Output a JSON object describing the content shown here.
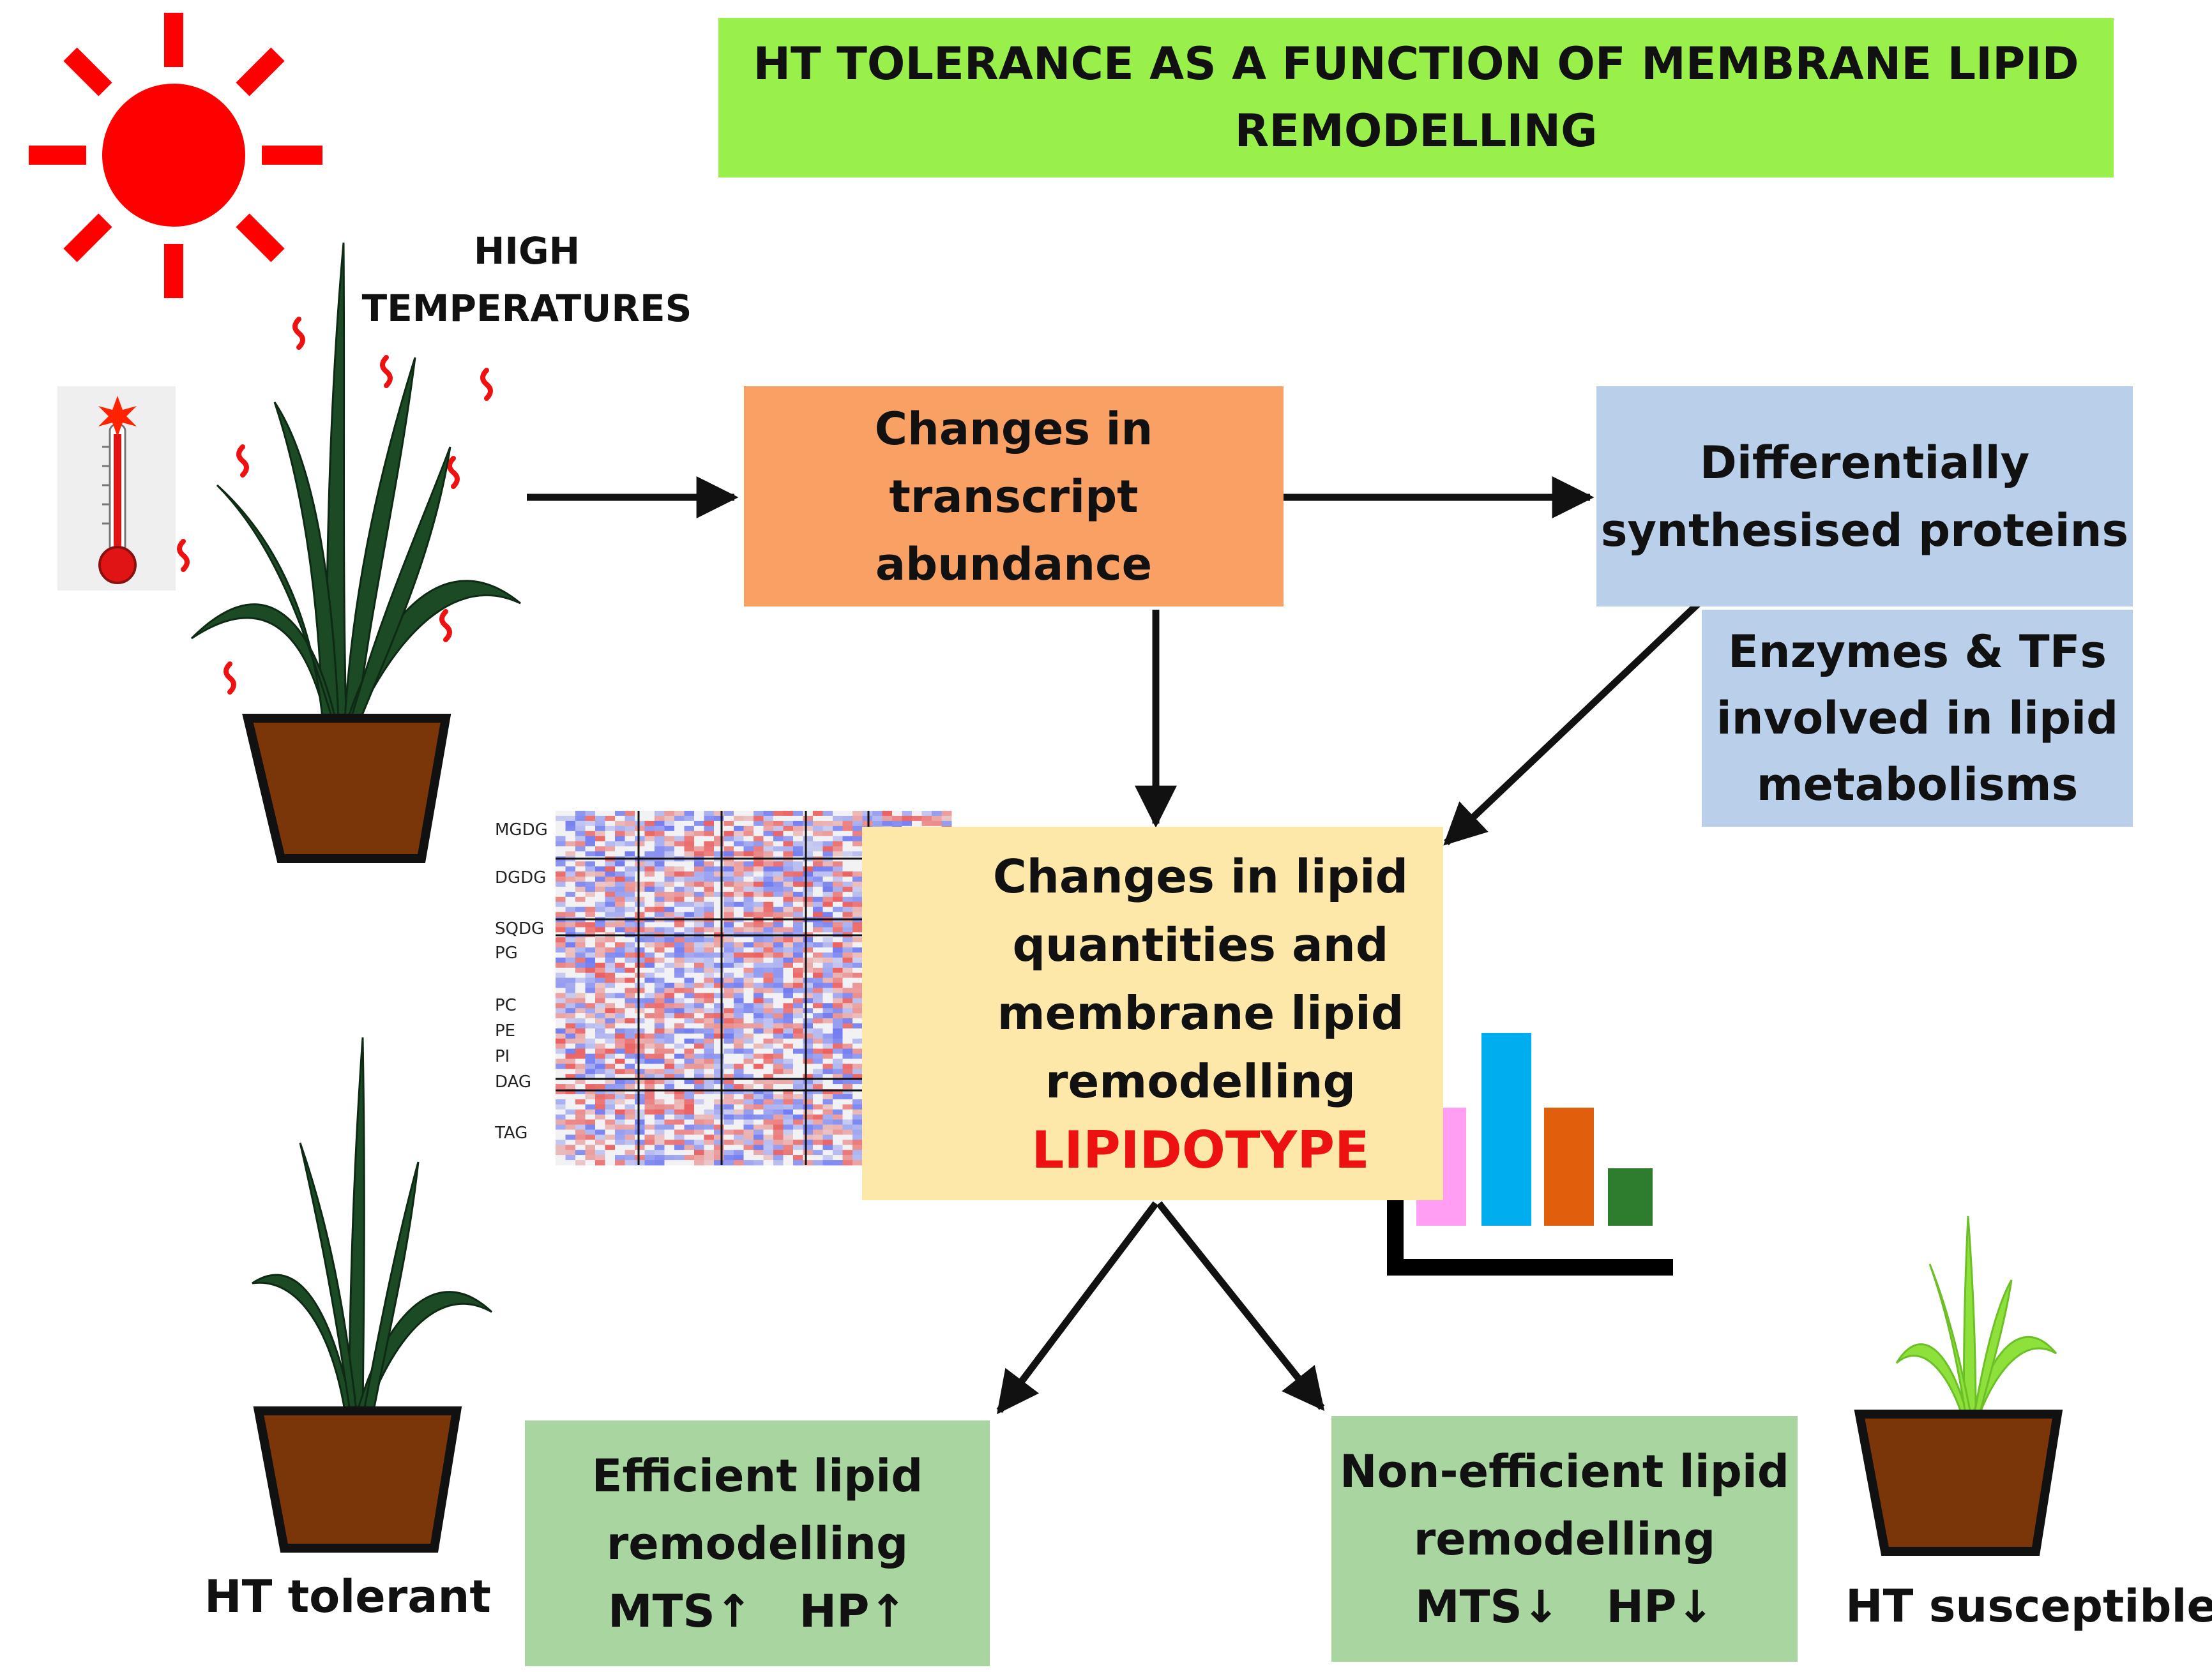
{
  "title": {
    "line1": "HT TOLERANCE AS A FUNCTION OF MEMBRANE LIPID",
    "line2": "REMODELLING"
  },
  "stress_label": {
    "line1": "HIGH",
    "line2": "TEMPERATURES"
  },
  "transcript_box": {
    "line1": "Changes in transcript",
    "line2": "abundance"
  },
  "proteins_box": {
    "line1": "Differentially",
    "line2": "synthesised proteins"
  },
  "enzymes_box": {
    "line1": "Enzymes & TFs",
    "line2": "involved in lipid",
    "line3": "metabolisms"
  },
  "lipid_box": {
    "line1": "Changes in lipid",
    "line2": "quantities and",
    "line3": "membrane lipid",
    "line4": "remodelling",
    "highlight": "LIPIDOTYPE"
  },
  "heatmap_labels": [
    "MGDG",
    "DGDG",
    "SQDG",
    "PG",
    "PC",
    "PE",
    "PI",
    "DAG",
    "TAG"
  ],
  "efficient_box": {
    "line1": "Efficient lipid",
    "line2": "remodelling",
    "line3": "MTS↑   HP↑"
  },
  "nonefficient_box": {
    "line1": "Non-efficient lipid",
    "line2": "remodelling",
    "line3": "MTS↓   HP↓"
  },
  "tolerant_label": "HT tolerant",
  "susceptible_label": "HT susceptible",
  "colors": {
    "title_bg": "#99f04a",
    "transcript_bg": "#f9a164",
    "proteins_bg": "#b9cfea",
    "lipid_bg": "#fde8a9",
    "outcome_bg": "#a9d5a0",
    "highlight": "#ee1111",
    "sun": "#ff0000",
    "pot": "#7a3608",
    "leaf_dark": "#1b4a25",
    "leaf_light": "#8ee03a",
    "bar_colors": [
      "#ff9ef2",
      "#00adef",
      "#e15f0c",
      "#2e7d2e"
    ]
  }
}
